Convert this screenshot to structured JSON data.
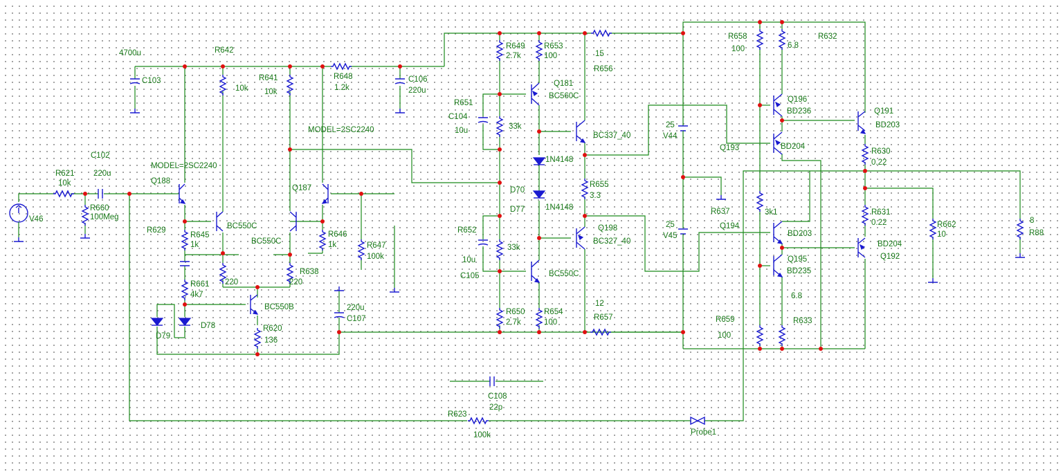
{
  "labels": [
    {
      "text": "4700u"
    },
    {
      "text": "C103"
    },
    {
      "text": "R642"
    },
    {
      "text": "10k"
    },
    {
      "text": "R641"
    },
    {
      "text": "10k"
    },
    {
      "text": "R648"
    },
    {
      "text": "1.2k"
    },
    {
      "text": "C106"
    },
    {
      "text": "220u"
    },
    {
      "text": "MODEL=2SC2240"
    },
    {
      "text": "C102"
    },
    {
      "text": "220u"
    },
    {
      "text": "R621"
    },
    {
      "text": "10k"
    },
    {
      "text": "R660"
    },
    {
      "text": "100Meg"
    },
    {
      "text": "V46"
    },
    {
      "text": "MODEL=2SC2240"
    },
    {
      "text": "Q188"
    },
    {
      "text": "R629"
    },
    {
      "text": "R645"
    },
    {
      "text": "1k"
    },
    {
      "text": "BC550C"
    },
    {
      "text": "Q187"
    },
    {
      "text": "R646"
    },
    {
      "text": "1k"
    },
    {
      "text": "BC550C"
    },
    {
      "text": "R647"
    },
    {
      "text": "100k"
    },
    {
      "text": "220"
    },
    {
      "text": "R638"
    },
    {
      "text": "220"
    },
    {
      "text": "R661"
    },
    {
      "text": "4k7"
    },
    {
      "text": "BC550B"
    },
    {
      "text": "D78"
    },
    {
      "text": "D79"
    },
    {
      "text": "R620"
    },
    {
      "text": "136"
    },
    {
      "text": "220u"
    },
    {
      "text": "C107"
    },
    {
      "text": "R649"
    },
    {
      "text": "2.7k"
    },
    {
      "text": "R653"
    },
    {
      "text": "100"
    },
    {
      "text": "R651"
    },
    {
      "text": "C104"
    },
    {
      "text": "10u"
    },
    {
      "text": "33k"
    },
    {
      "text": "Q181"
    },
    {
      "text": "BC560C"
    },
    {
      "text": "BC337_40"
    },
    {
      "text": "1N4148"
    },
    {
      "text": "D70"
    },
    {
      "text": "D77"
    },
    {
      "text": "1N4148"
    },
    {
      "text": "R652"
    },
    {
      "text": "33k"
    },
    {
      "text": "10u"
    },
    {
      "text": "C105"
    },
    {
      "text": "BC550C"
    },
    {
      "text": "R650"
    },
    {
      "text": "2.7k"
    },
    {
      "text": "R654"
    },
    {
      "text": "100"
    },
    {
      "text": "15"
    },
    {
      "text": "R656"
    },
    {
      "text": "R655"
    },
    {
      "text": "3.3"
    },
    {
      "text": "Q198"
    },
    {
      "text": "BC327_40"
    },
    {
      "text": "12"
    },
    {
      "text": "R657"
    },
    {
      "text": "25"
    },
    {
      "text": "V44"
    },
    {
      "text": "25"
    },
    {
      "text": "V45"
    },
    {
      "text": "R637"
    },
    {
      "text": "R658"
    },
    {
      "text": "100"
    },
    {
      "text": "6.8"
    },
    {
      "text": "R632"
    },
    {
      "text": "Q196"
    },
    {
      "text": "BD236"
    },
    {
      "text": "Q193"
    },
    {
      "text": "BD204"
    },
    {
      "text": "Q191"
    },
    {
      "text": "BD203"
    },
    {
      "text": "R630"
    },
    {
      "text": "0.22"
    },
    {
      "text": "3k1"
    },
    {
      "text": "Q194"
    },
    {
      "text": "BD203"
    },
    {
      "text": "R631"
    },
    {
      "text": "0.22"
    },
    {
      "text": "BD204"
    },
    {
      "text": "Q192"
    },
    {
      "text": "R662"
    },
    {
      "text": "10"
    },
    {
      "text": "8"
    },
    {
      "text": "R88"
    },
    {
      "text": "Q195"
    },
    {
      "text": "BD235"
    },
    {
      "text": "6.8"
    },
    {
      "text": "R659"
    },
    {
      "text": "R633"
    },
    {
      "text": "100"
    },
    {
      "text": "C108"
    },
    {
      "text": "22p"
    },
    {
      "text": "R623"
    },
    {
      "text": "100k"
    },
    {
      "text": "Probe1"
    }
  ],
  "colors": {
    "wire": "#1a8a1a",
    "component": "#1a1ad0",
    "node": "#e01010",
    "label": "#1a7a1a"
  }
}
